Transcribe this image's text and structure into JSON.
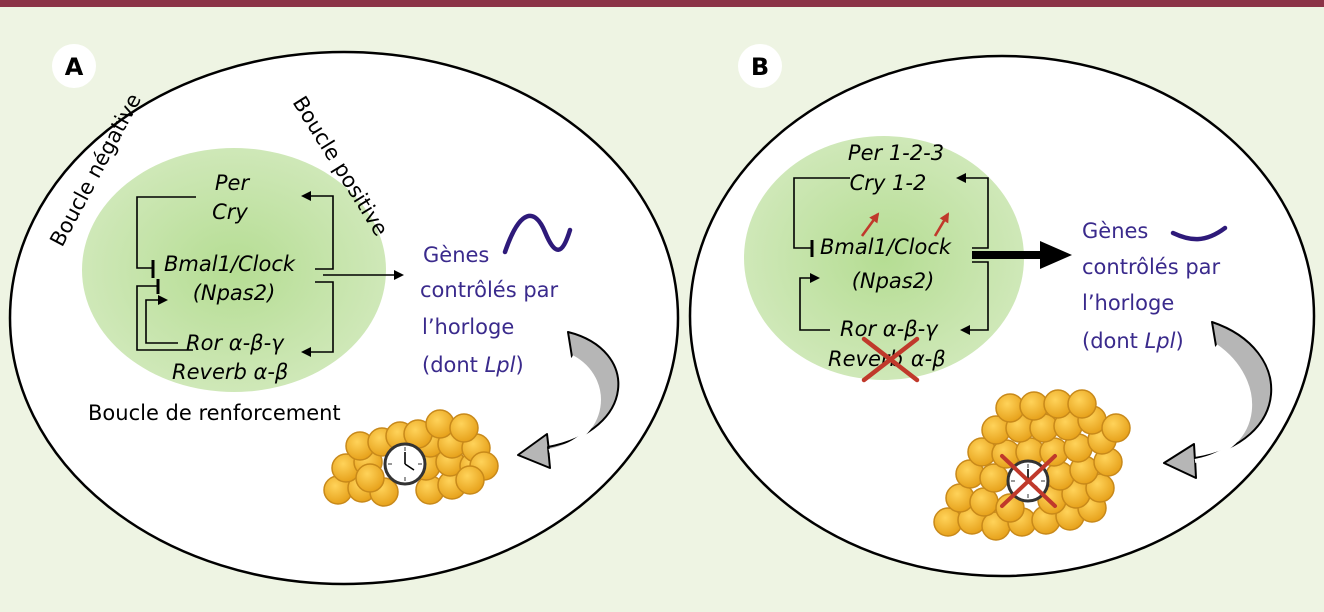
{
  "colors": {
    "background": "#eef4e3",
    "top_bar": "#8b3347",
    "nucleus_green": "#bfe2a2",
    "gene_text": "#3a2a8c",
    "wave": "#2e1a7a",
    "cross": "#c0392b",
    "up_arrow": "#c0392b",
    "fat_cell": "#f2b32a",
    "fat_cell_stroke": "#c8891a",
    "curved_arrow": "#9a9a9a"
  },
  "panel_a": {
    "badge": "A",
    "per": "Per",
    "cry": "Cry",
    "bmal1_clock": "Bmal1/Clock",
    "npas2": "(Npas2)",
    "ror": "Ror α-β-γ",
    "reverb": "Reverb α-β",
    "boucle_negative": "Boucle négative",
    "boucle_positive": "Boucle positive",
    "boucle_renforcement": "Boucle de renforcement",
    "genes_line1": "Gènes",
    "genes_line2": "contrôlés par",
    "genes_line3": "l’horloge",
    "genes_line4_prefix": "(dont ",
    "genes_line4_italic": "Lpl",
    "genes_line4_suffix": ")",
    "wave_icon": "sine-wave-icon",
    "clock_icon": "clock-icon"
  },
  "panel_b": {
    "badge": "B",
    "per": "Per 1-2-3",
    "cry": "Cry 1-2",
    "bmal1_clock": "Bmal1/Clock",
    "npas2": "(Npas2)",
    "ror": "Ror α-β-γ",
    "reverb_left": "Reverb",
    "reverb_right": "α-β",
    "genes_line1": "Gènes",
    "genes_line2": "contrôlés par",
    "genes_line3": "l’horloge",
    "genes_line4_prefix": "(dont ",
    "genes_line4_italic": "Lpl",
    "genes_line4_suffix": ")",
    "wave_icon": "flat-wave-icon",
    "clock_icon": "crossed-clock-icon"
  }
}
